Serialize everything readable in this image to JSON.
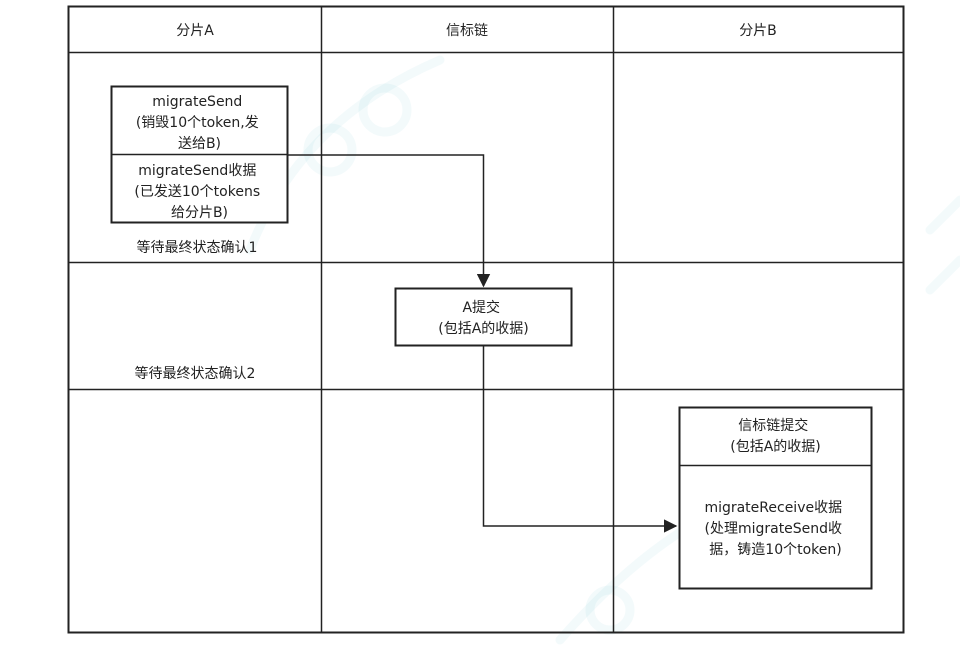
{
  "columns": {
    "shard_a": "分片A",
    "beacon": "信标链",
    "shard_b": "分片B"
  },
  "nodes": {
    "migrate_send": [
      "migrateSend",
      "(销毁10个token,发",
      "送给B)"
    ],
    "migrate_send_receipt": [
      "migrateSend收据",
      "(已发送10个tokens",
      "给分片B)"
    ],
    "a_commit": [
      "A提交",
      "(包括A的收据)"
    ],
    "beacon_commit": [
      "信标链提交",
      "(包括A的收据)"
    ],
    "migrate_receive_receipt": [
      "migrateReceive收据",
      "(处理migrateSend收",
      "据，铸造10个token)"
    ]
  },
  "notes": {
    "wait_final_1": "等待最终状态确认1",
    "wait_final_2": "等待最终状态确认2"
  },
  "colors": {
    "line": "#222222",
    "watermark": "#5ab4c4"
  }
}
